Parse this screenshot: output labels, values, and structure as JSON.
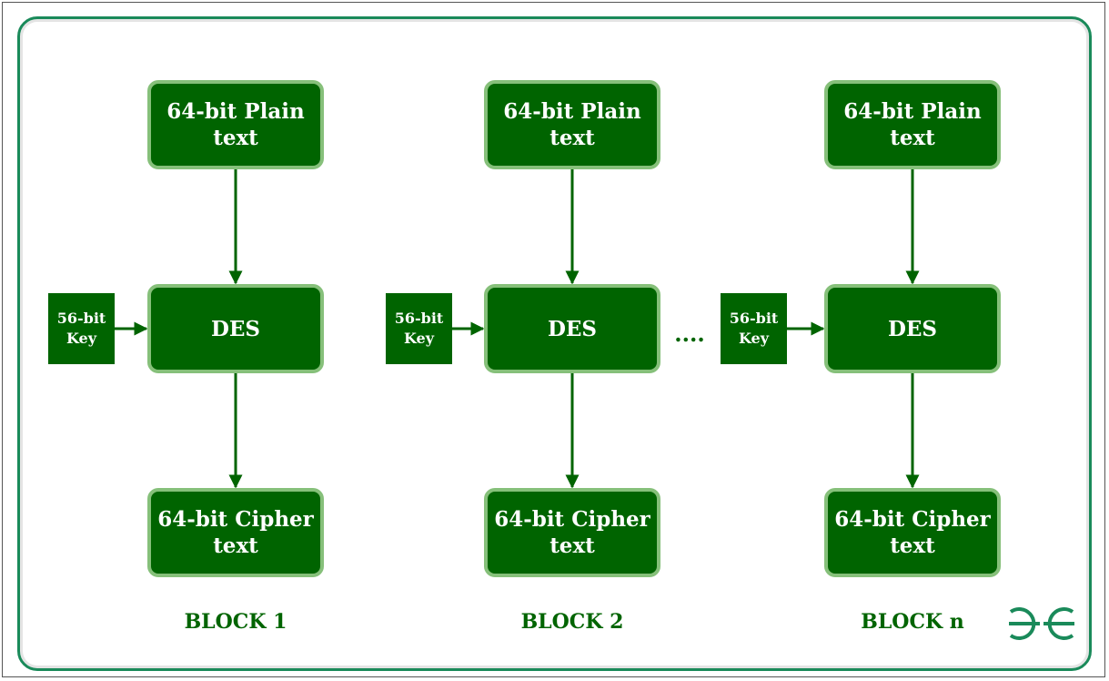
{
  "blocks": [
    {
      "plaintext": "64-bit Plain\ntext",
      "cipher": "DES",
      "key": "56-bit\nKey",
      "ciphertext": "64-bit Cipher\ntext",
      "label": "BLOCK 1"
    },
    {
      "plaintext": "64-bit Plain\ntext",
      "cipher": "DES",
      "key": "56-bit\nKey",
      "ciphertext": "64-bit Cipher\ntext",
      "label": "BLOCK 2"
    },
    {
      "plaintext": "64-bit Plain\ntext",
      "cipher": "DES",
      "key": "56-bit\nKey",
      "ciphertext": "64-bit Cipher\ntext",
      "label": "BLOCK n"
    }
  ],
  "ellipsis": "....",
  "logo": "GfG",
  "colors": {
    "box_fill": "#006400",
    "box_border": "#86c07a",
    "frame_border": "#1a8a5a",
    "label_text": "#006400"
  }
}
